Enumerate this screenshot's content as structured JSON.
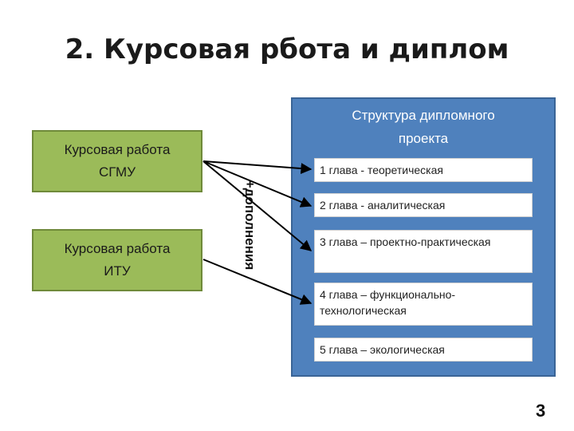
{
  "title": "2. Курсовая рбота и диплом",
  "sources": [
    {
      "line1": "Курсовая работа",
      "line2": "СГМУ"
    },
    {
      "line1": "Курсовая работа",
      "line2": "ИТУ"
    }
  ],
  "connector_label": "+дополнения",
  "panel": {
    "title_line1": "Структура дипломного",
    "title_line2": "проекта",
    "chapters": [
      "1 глава - теоретическая",
      "2 глава - аналитическая",
      "3 глава – проектно-практическая",
      "4 глава – функционально-технологическая",
      "5 глава – экологическая"
    ]
  },
  "page_number": "3",
  "colors": {
    "green_box": "#9bbb59",
    "blue_panel": "#4f81bd",
    "arrow": "#000000"
  }
}
